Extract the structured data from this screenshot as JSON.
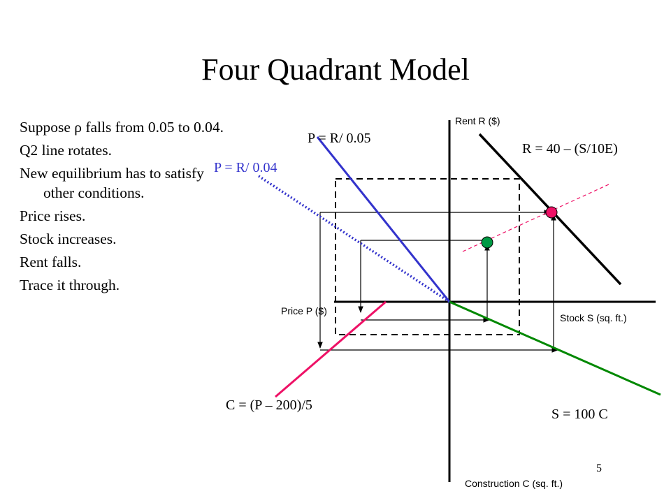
{
  "slide": {
    "title": "Four Quadrant Model",
    "page_number": "5",
    "bullets": [
      "Suppose ρ falls from 0.05 to 0.04.",
      "Q2 line rotates.",
      "New equilibrium has to satisfy other conditions.",
      "Price rises.",
      "Stock increases.",
      "Rent falls.",
      "Trace it through."
    ]
  },
  "colors": {
    "axis": "#000000",
    "q2_original": "#3333cc",
    "q2_new": "#3333cc",
    "q3_construction": "#ee1166",
    "q4_stock": "#008800",
    "q1_demand": "#000000",
    "old_equilibrium_dot": "#ee1166",
    "new_equilibrium_dot": "#009944",
    "dashed_trace": "#ee1166"
  },
  "chart_data": {
    "type": "four-quadrant-diagram",
    "axes": {
      "rent": "Rent R ($)",
      "price": "Price P ($)",
      "stock": "Stock S (sq. ft.)",
      "construction": "Construction C (sq. ft.)"
    },
    "curves": [
      {
        "name": "R = 40 – (S/10E)",
        "quadrant": 1,
        "style": "solid"
      },
      {
        "name": "P = R/ 0.05",
        "quadrant": 2,
        "style": "solid"
      },
      {
        "name": "P = R/ 0.04",
        "quadrant": 2,
        "style": "dotted"
      },
      {
        "name": "C = (P – 200)/5",
        "quadrant": 3,
        "style": "solid"
      },
      {
        "name": "S = 100 C",
        "quadrant": 4,
        "style": "solid"
      }
    ],
    "equilibria": [
      "old",
      "new"
    ]
  }
}
